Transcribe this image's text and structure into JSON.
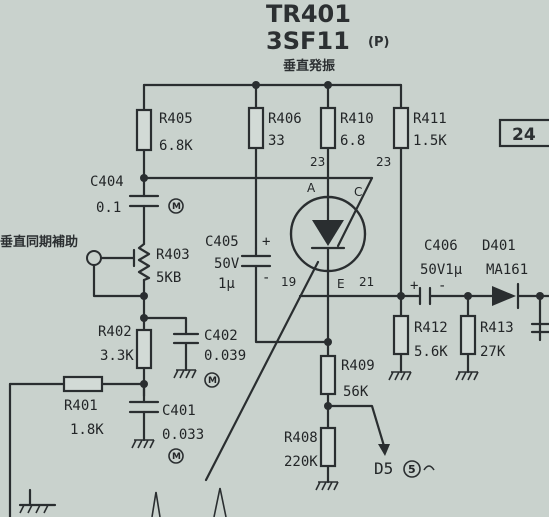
{
  "title": {
    "part": "TR401",
    "model": "3SF11",
    "model_suffix": "(P)",
    "function": "垂直発振"
  },
  "page_ref": "24",
  "side_label": "垂直同期補助",
  "components": {
    "r405": {
      "ref": "R405",
      "value": "6.8K"
    },
    "r406": {
      "ref": "R406",
      "value": "33"
    },
    "r410": {
      "ref": "R410",
      "value": "6.8"
    },
    "r411": {
      "ref": "R411",
      "value": "1.5K"
    },
    "c404": {
      "ref": "C404",
      "value": "0.1",
      "mark": "M"
    },
    "r403": {
      "ref": "R403",
      "value": "5KB"
    },
    "c405": {
      "ref": "C405",
      "value": "50V",
      "value2": "1μ"
    },
    "c406": {
      "ref": "C406",
      "value": "50V1μ"
    },
    "d401": {
      "ref": "D401",
      "value": "MA161"
    },
    "r402": {
      "ref": "R402",
      "value": "3.3K"
    },
    "c402": {
      "ref": "C402",
      "value": "0.039",
      "mark": "M"
    },
    "r412": {
      "ref": "R412",
      "value": "5.6K"
    },
    "r413": {
      "ref": "R413",
      "value": "27K"
    },
    "r409": {
      "ref": "R409",
      "value": "56K"
    },
    "r401": {
      "ref": "R401",
      "value": "1.8K"
    },
    "c401": {
      "ref": "C401",
      "value": "0.033",
      "mark": "M"
    },
    "r408": {
      "ref": "R408",
      "value": "220K"
    }
  },
  "pins": {
    "p23a": "23",
    "p23b": "23",
    "a": "A",
    "c": "C",
    "e": "E",
    "p19": "19",
    "p21": "21"
  },
  "polarity": {
    "plus": "+",
    "minus": "-"
  },
  "connector": {
    "label": "D5",
    "num": "5"
  }
}
